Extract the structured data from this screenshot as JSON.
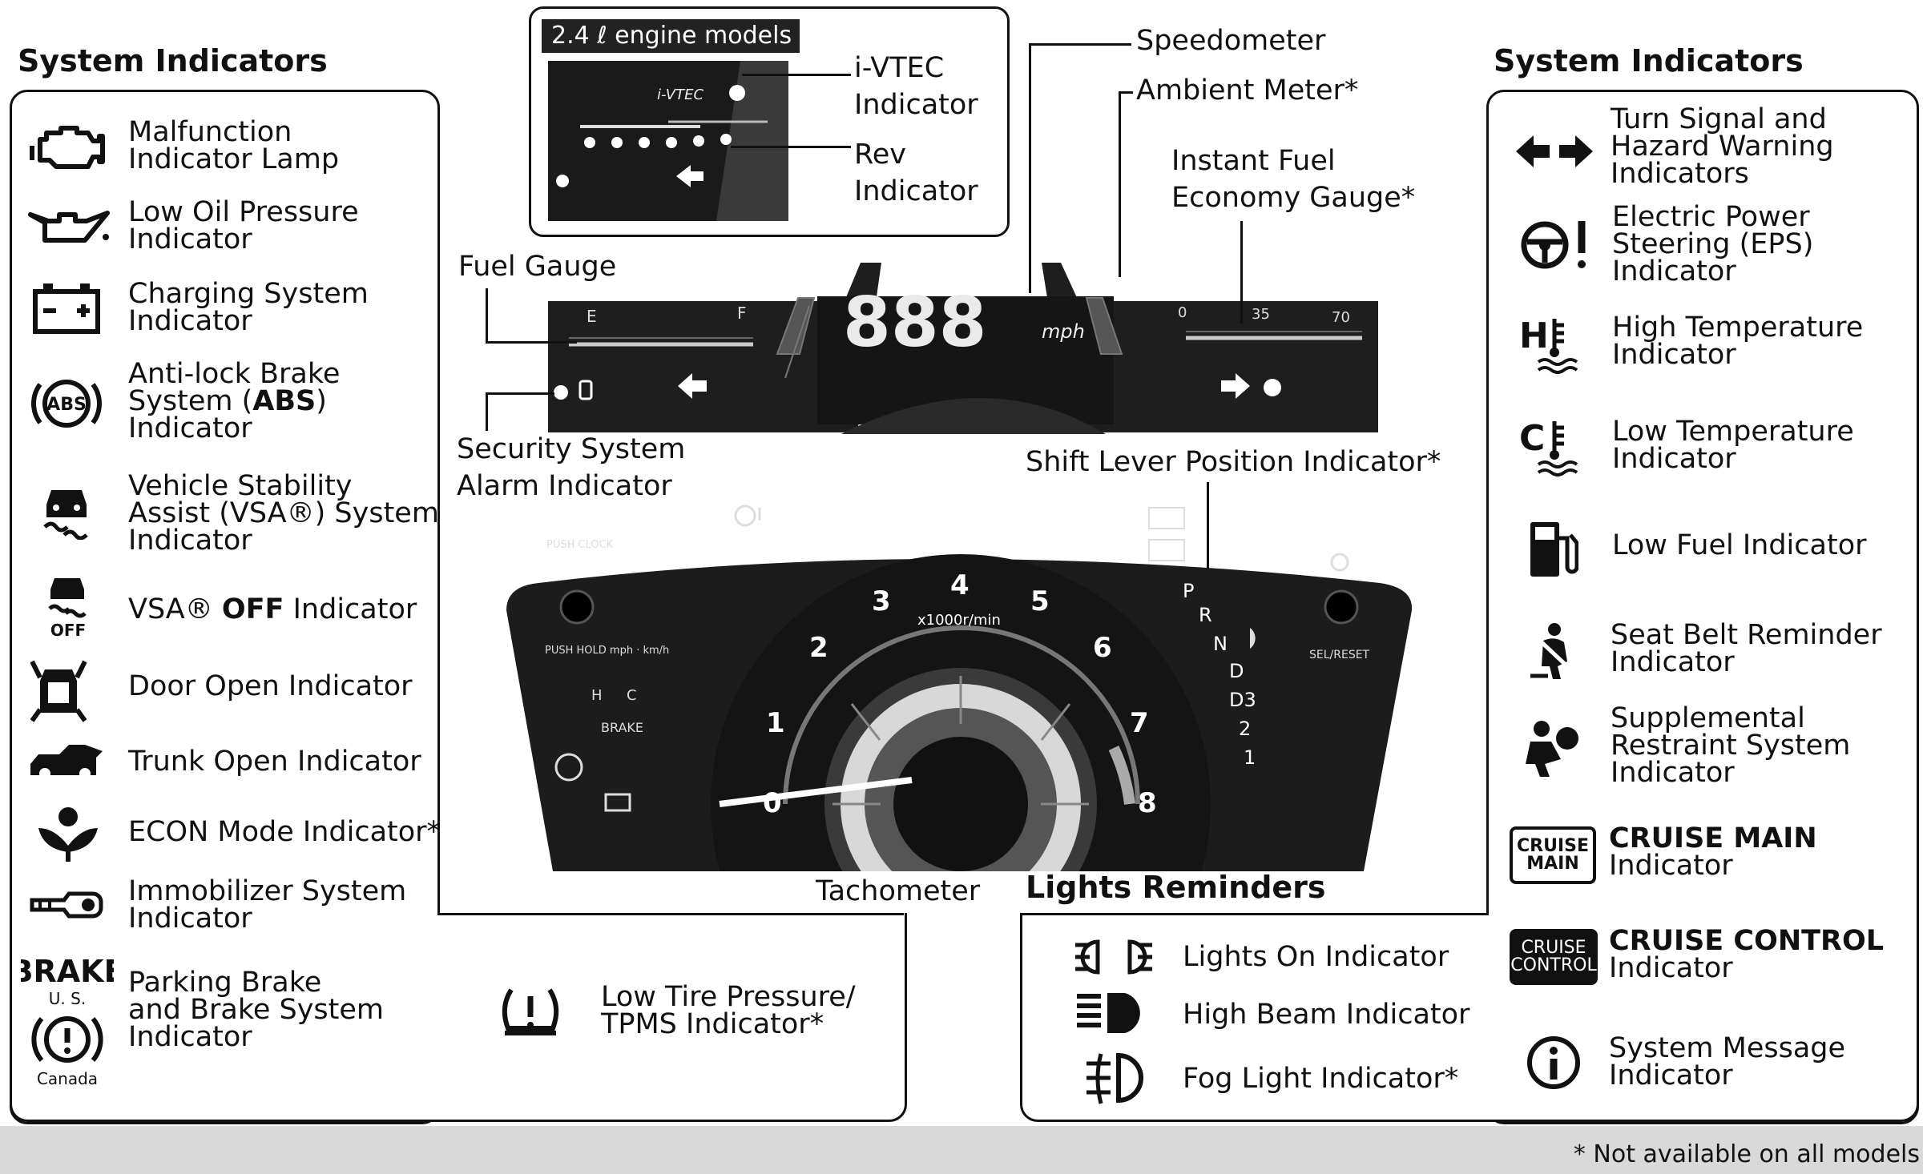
{
  "left": {
    "heading": "System Indicators",
    "items": [
      {
        "label": "Malfunction\nIndicator Lamp",
        "icon": "check-engine-icon"
      },
      {
        "label": "Low Oil Pressure\nIndicator",
        "icon": "oil-can-icon"
      },
      {
        "label": "Charging System\nIndicator",
        "icon": "battery-icon"
      },
      {
        "label": "Anti-lock Brake\nSystem (ABS)\nIndicator",
        "icon": "abs-icon",
        "abs_text": "ABS"
      },
      {
        "label": "Vehicle Stability\nAssist (VSA®) System\nIndicator",
        "icon": "vsa-icon"
      },
      {
        "label_pre": "VSA® ",
        "label_bold": "OFF",
        "label_post": " Indicator",
        "icon": "vsa-off-icon",
        "icon_text": "OFF"
      },
      {
        "label": "Door Open Indicator",
        "icon": "door-open-icon"
      },
      {
        "label": "Trunk Open Indicator",
        "icon": "trunk-open-icon"
      },
      {
        "label": "ECON Mode Indicator*",
        "icon": "econ-icon"
      },
      {
        "label": "Immobilizer System\nIndicator",
        "icon": "key-icon"
      },
      {
        "label": "Parking Brake\nand Brake System\nIndicator",
        "icon": "brake-icon",
        "brake_word": "BRAKE",
        "us": "U. S.",
        "canada": "Canada"
      }
    ]
  },
  "tpms": {
    "label": "Low Tire Pressure/\nTPMS Indicator*",
    "icon": "tpms-icon"
  },
  "right": {
    "heading": "System Indicators",
    "items": [
      {
        "label": "Turn Signal and\nHazard Warning\nIndicators",
        "icon": "turn-signal-icon"
      },
      {
        "label": "Electric Power\nSteering (EPS)\nIndicator",
        "icon": "eps-icon"
      },
      {
        "label": "High Temperature\nIndicator",
        "icon": "high-temp-icon",
        "letter": "H"
      },
      {
        "label": "Low Temperature\nIndicator",
        "icon": "low-temp-icon",
        "letter": "C"
      },
      {
        "label": "Low Fuel Indicator",
        "icon": "fuel-pump-icon"
      },
      {
        "label": "Seat Belt Reminder\nIndicator",
        "icon": "seat-belt-icon"
      },
      {
        "label": "Supplemental\nRestraint System\nIndicator",
        "icon": "airbag-icon"
      },
      {
        "label_bold": "CRUISE MAIN",
        "label_post": "Indicator",
        "icon": "cruise-main-icon",
        "badge": "CRUISE\nMAIN"
      },
      {
        "label_bold": "CRUISE CONTROL",
        "label_post": "Indicator",
        "icon": "cruise-control-icon",
        "badge": "CRUISE\nCONTROL"
      },
      {
        "label": "System Message\nIndicator",
        "icon": "info-icon"
      }
    ]
  },
  "lights": {
    "heading": "Lights Reminders",
    "items": [
      {
        "label": "Lights On Indicator",
        "icon": "lights-on-icon"
      },
      {
        "label": "High Beam Indicator",
        "icon": "high-beam-icon"
      },
      {
        "label": "Fog Light Indicator*",
        "icon": "fog-light-icon"
      }
    ]
  },
  "inset": {
    "title": "2.4 ℓ engine models",
    "ivtec_label": "i-VTEC\nIndicator",
    "rev_label": "Rev\nIndicator",
    "ivtec_text": "i-VTEC"
  },
  "callouts": {
    "speedometer": "Speedometer",
    "ambient": "Ambient Meter*",
    "instant_fuel": "Instant Fuel\nEconomy Gauge*",
    "fuel_gauge": "Fuel Gauge",
    "security": "Security System\nAlarm Indicator",
    "shift_lever": "Shift Lever Position Indicator*",
    "tachometer": "Tachometer"
  },
  "upper_meter": {
    "speed": "888",
    "unit": "mph",
    "fuel_e": "E",
    "fuel_f": "F",
    "eco_ticks": [
      "0",
      "35",
      "70"
    ]
  },
  "tach": {
    "numbers": [
      "0",
      "1",
      "2",
      "3",
      "4",
      "5",
      "6",
      "7",
      "8"
    ],
    "unit": "x1000r/min",
    "gears": [
      "P",
      "R",
      "N",
      "D",
      "D3",
      "2",
      "1"
    ],
    "push_clock": "PUSH\nCLOCK",
    "push_hold": "PUSH HOLD\nmph · km/h",
    "sel_reset": "SEL/RESET",
    "brake_word": "BRAKE",
    "h_letter": "H",
    "c_letter": "C"
  },
  "footnote": "* Not available on all models"
}
